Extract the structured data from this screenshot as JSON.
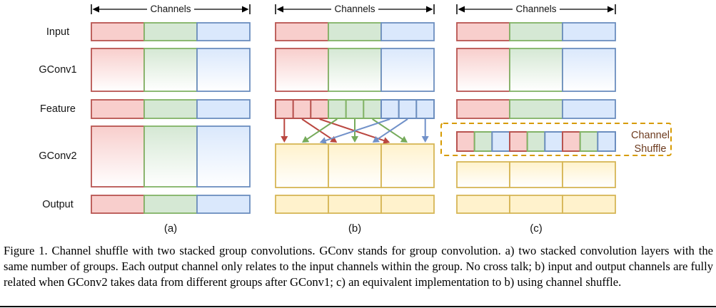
{
  "diagram": {
    "channels_label": "Channels",
    "row_labels": [
      "Input",
      "GConv1",
      "Feature",
      "GConv2",
      "Output"
    ],
    "panels": [
      {
        "id": "a",
        "label": "(a)",
        "feature_split": false,
        "shuffle": false,
        "cross_arrows": false,
        "gconv2": "groups",
        "output": "groups"
      },
      {
        "id": "b",
        "label": "(b)",
        "feature_split": true,
        "shuffle": false,
        "cross_arrows": true,
        "gconv2": "yellow",
        "output": "yellow"
      },
      {
        "id": "c",
        "label": "(c)",
        "feature_split": false,
        "shuffle": true,
        "cross_arrows": false,
        "gconv2": "yellow",
        "output": "yellow"
      }
    ],
    "groups": [
      "red",
      "green",
      "blue"
    ],
    "feature_split_order": [
      "red",
      "red",
      "red",
      "green",
      "green",
      "green",
      "blue",
      "blue",
      "blue"
    ],
    "arrow_map": [
      0,
      3,
      6,
      1,
      4,
      7,
      2,
      5,
      8
    ],
    "shuffle_order": [
      "red",
      "green",
      "blue",
      "red",
      "green",
      "blue",
      "red",
      "green",
      "blue"
    ],
    "shuffle_label": "Channel Shuffle",
    "colors": {
      "red": {
        "fill": "#F8CECC",
        "stroke": "#B85450"
      },
      "green": {
        "fill": "#D5E8D4",
        "stroke": "#82B366"
      },
      "blue": {
        "fill": "#DAE8FC",
        "stroke": "#6C8EBF"
      },
      "yellow": {
        "fill": "#FFF2CC",
        "stroke": "#D6B656"
      },
      "arrow_red": "#BA4740",
      "arrow_green": "#76AB5B",
      "arrow_blue": "#7191C9",
      "channels_arrow": "#000000",
      "shuffle_box_stroke": "#D79B00",
      "shuffle_label_color": "#6D3B1F"
    }
  },
  "caption": {
    "text": "Figure 1. Channel shuffle with two stacked group convolutions. GConv stands for group convolution. a) two stacked convolution layers with the same number of groups. Each output channel only relates to the input channels within the group. No cross talk; b) input and output channels are fully related when GConv2 takes data from different groups after GConv1; c) an equivalent implementation to b) using channel shuffle."
  }
}
